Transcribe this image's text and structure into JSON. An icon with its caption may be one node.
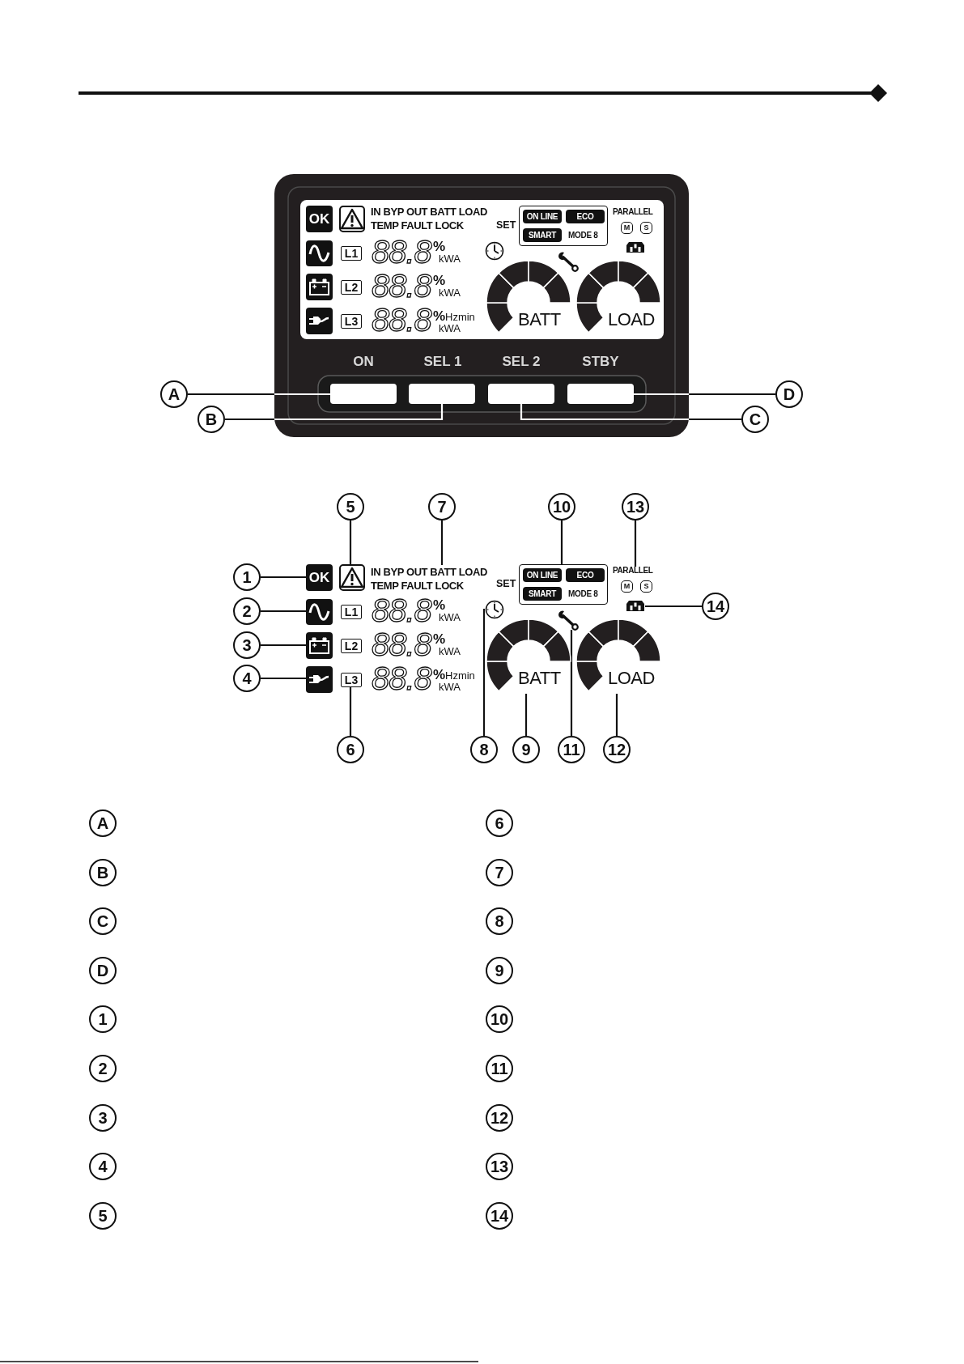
{
  "diagram": {
    "nodes": [
      {
        "text": [
          "A"
        ]
      },
      {
        "text": [
          "B"
        ]
      },
      {
        "text": [
          "C"
        ]
      },
      {
        "text": [
          "D"
        ]
      },
      {
        "text": [],
        "shape": "box"
      },
      {
        "text": [],
        "shape": "box"
      },
      {
        "text": [],
        "shape": "box"
      },
      {
        "text": [],
        "shape": "box"
      },
      {
        "text": [
          "5"
        ]
      },
      {
        "text": [
          "7"
        ]
      },
      {
        "text": [
          "10"
        ]
      },
      {
        "text": [
          "13"
        ]
      },
      {
        "text": [
          "1"
        ]
      },
      {
        "text": [
          "2"
        ]
      },
      {
        "text": [
          "3"
        ]
      },
      {
        "text": [
          "4"
        ]
      },
      {
        "text": [
          "14"
        ]
      },
      {
        "text": [
          "6"
        ]
      },
      {
        "text": [
          "8"
        ]
      },
      {
        "text": [
          "9"
        ]
      },
      {
        "text": [
          "11"
        ]
      },
      {
        "text": [
          "12"
        ]
      },
      {
        "text": [
          "OK"
        ]
      },
      {
        "text": [],
        "shape": "triangle"
      },
      {
        "text": [
          "IN BYP OUT BATT LOAD",
          "TEMP FAULT LOCK"
        ]
      },
      {
        "text": [
          "ON LINE",
          "ECO",
          "SMART",
          "MODE 8"
        ]
      },
      {
        "text": [
          "PARALLEL",
          "M",
          "S"
        ]
      },
      {
        "text": [],
        "shape": "wave"
      },
      {
        "text": [],
        "shape": "battery"
      },
      {
        "text": [],
        "shape": "plug"
      },
      {
        "text": [],
        "shape": "socket"
      },
      {
        "text": [
          "L3"
        ]
      },
      {
        "text": [],
        "shape": "clock"
      },
      {
        "text": [
          "BATT"
        ]
      },
      {
        "text": [],
        "shape": "wrench"
      },
      {
        "text": [
          "LOAD"
        ]
      },
      {
        "text": [
          "OK"
        ]
      },
      {
        "text": [
          "ON LINE",
          "ECO",
          "SMART",
          "MODE 8"
        ]
      },
      {
        "text": [
          "L1"
        ]
      },
      {
        "text": [
          "L2"
        ]
      },
      {
        "text": [
          "L3"
        ]
      },
      {
        "text": [
          "BATT"
        ]
      },
      {
        "text": [
          "LOAD"
        ]
      },
      {
        "text": [
          "L1"
        ]
      },
      {
        "text": [
          "L2"
        ]
      },
      {
        "text": [
          "A"
        ]
      },
      {
        "text": [
          "6"
        ]
      },
      {
        "text": [
          "B"
        ]
      },
      {
        "text": [
          "7"
        ]
      },
      {
        "text": [
          "C"
        ]
      },
      {
        "text": [
          "8"
        ]
      },
      {
        "text": [
          "D"
        ]
      },
      {
        "text": [
          "9"
        ]
      },
      {
        "text": [
          "1"
        ]
      },
      {
        "text": [
          "10"
        ]
      },
      {
        "text": [
          "2"
        ]
      },
      {
        "text": [
          "11"
        ]
      },
      {
        "text": [
          "3"
        ]
      },
      {
        "text": [
          "12"
        ]
      },
      {
        "text": [
          "4"
        ]
      },
      {
        "text": [
          "13"
        ]
      },
      {
        "text": [
          "5"
        ]
      },
      {
        "text": [
          "14"
        ]
      }
    ],
    "edges": [
      {
        "from": 0,
        "to": 4,
        "arrow": "none"
      },
      {
        "from": 1,
        "to": 5,
        "arrow": "none"
      },
      {
        "from": 2,
        "to": 6,
        "arrow": "none"
      },
      {
        "from": 3,
        "to": 7,
        "arrow": "none"
      },
      {
        "from": 8,
        "to": 23,
        "arrow": "none"
      },
      {
        "from": 9,
        "to": 24,
        "arrow": "none"
      },
      {
        "from": 10,
        "to": 25,
        "arrow": "none"
      },
      {
        "from": 11,
        "to": 26,
        "arrow": "none"
      },
      {
        "from": 12,
        "to": 22,
        "arrow": "none"
      },
      {
        "from": 13,
        "to": 27,
        "arrow": "none"
      },
      {
        "from": 14,
        "to": 28,
        "arrow": "none"
      },
      {
        "from": 15,
        "to": 29,
        "arrow": "none"
      },
      {
        "from": 16,
        "to": 30,
        "arrow": "none"
      },
      {
        "from": 17,
        "to": 31,
        "arrow": "none"
      },
      {
        "from": 18,
        "to": 32,
        "arrow": "none"
      },
      {
        "from": 19,
        "to": 33,
        "arrow": "none"
      },
      {
        "from": 20,
        "to": 34,
        "arrow": "none"
      },
      {
        "from": 21,
        "to": 35,
        "arrow": "none"
      }
    ],
    "labels": [
      "IN BYP OUT BATT LOAD",
      "TEMP FAULT LOCK",
      "SET",
      "PARALLEL",
      "M",
      "S",
      "88.8",
      "%",
      "kWA",
      "88.8",
      "%",
      "kWA",
      "88.8",
      "%",
      "Hzmin",
      "kWA",
      "ON",
      "SEL 1",
      "SEL 2",
      "STBY",
      "SET",
      "88.8",
      "%",
      "kWA",
      "88.8",
      "%",
      "kWA",
      "88.8",
      "%",
      "Hzmin",
      "kWA"
    ]
  }
}
